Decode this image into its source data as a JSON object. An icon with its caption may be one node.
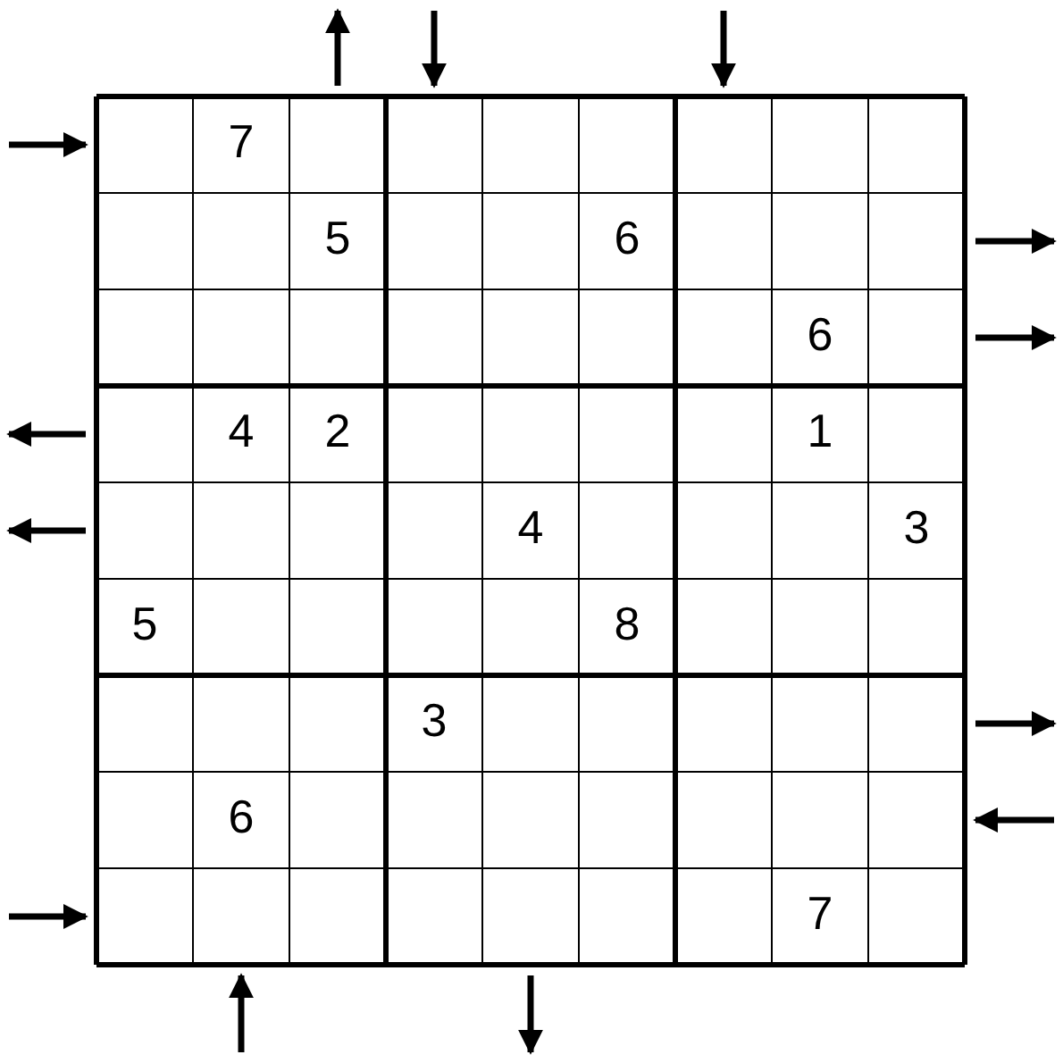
{
  "diagram": {
    "labels": [
      "7",
      "5",
      "6",
      "6",
      "4",
      "2",
      "1",
      "4",
      "3",
      "5",
      "8",
      "3",
      "6",
      "7"
    ]
  }
}
